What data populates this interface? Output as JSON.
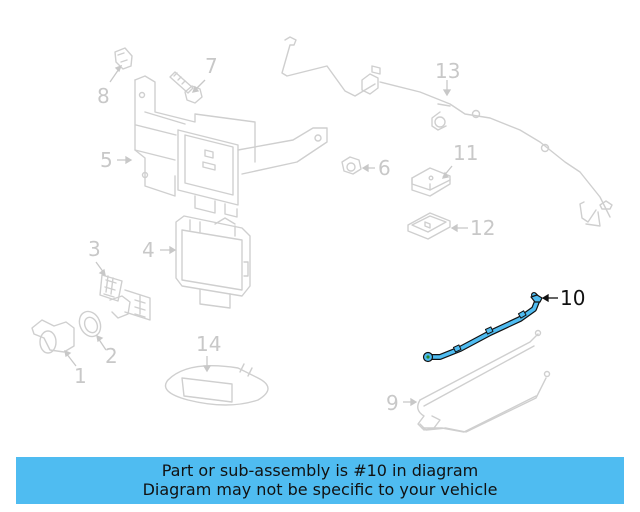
{
  "diagram": {
    "highlighted_part": "10",
    "highlight_color": "#4fbcf1",
    "line_color_inactive": "#cccccc",
    "callouts": [
      {
        "id": "1",
        "label": "1"
      },
      {
        "id": "2",
        "label": "2"
      },
      {
        "id": "3",
        "label": "3"
      },
      {
        "id": "4",
        "label": "4"
      },
      {
        "id": "5",
        "label": "5"
      },
      {
        "id": "6",
        "label": "6"
      },
      {
        "id": "7",
        "label": "7"
      },
      {
        "id": "8",
        "label": "8"
      },
      {
        "id": "9",
        "label": "9"
      },
      {
        "id": "10",
        "label": "10"
      },
      {
        "id": "11",
        "label": "11"
      },
      {
        "id": "12",
        "label": "12"
      },
      {
        "id": "13",
        "label": "13"
      },
      {
        "id": "14",
        "label": "14"
      }
    ]
  },
  "banner": {
    "line1": "Part or sub-assembly is #10 in diagram",
    "line2": "Diagram may not be specific to your vehicle",
    "background": "#4fbcf1"
  }
}
